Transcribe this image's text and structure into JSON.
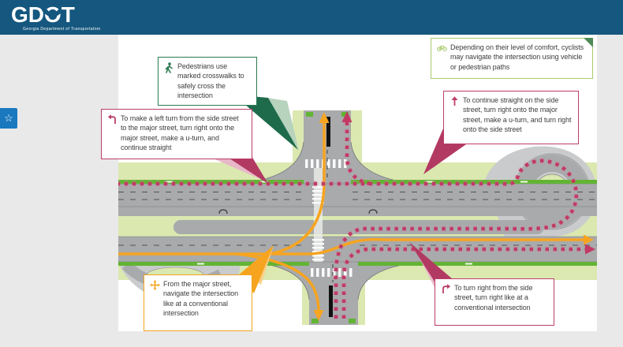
{
  "header": {
    "logo_text": "GDOT",
    "logo_tagline": "Georgia Department of Transportation"
  },
  "sidebar": {
    "favorite_button_glyph": "☆"
  },
  "colors": {
    "header_blue": "#15577E",
    "star_button_blue": "#1A78BF",
    "page_gray": "#E9E9E9",
    "pedestrian_green": "#2A7A52",
    "cyclist_green": "#A9C96B",
    "route_crimson": "#BC3E67",
    "route_orange": "#F5A41F",
    "road_gray": "#A8AAAC",
    "verge_green": "#DBE8B0",
    "bike_lane_green": "#62B434"
  },
  "icons": {
    "pedestrian": "walking-person",
    "cyclist": "bicycle",
    "left_turn": "left-uturn-arrow",
    "continue_straight": "up-arrow",
    "major_street": "four-way-arrows",
    "right_turn": "right-turn-arrow",
    "favorite": "star"
  },
  "callouts": {
    "pedestrian": {
      "text": "Pedestrians use marked crosswalks to safely cross the intersection"
    },
    "cyclist": {
      "text": "Depending on their level of comfort, cyclists may navigate the intersection using vehicle or pedestrian paths"
    },
    "left_turn": {
      "text": "To make a left turn from the side street to the major street, turn right onto the major street, make a u-turn, and continue straight"
    },
    "continue_straight": {
      "text": "To continue straight on the side street, turn right onto the major street, make a u-turn, and turn right onto the side street"
    },
    "major_street": {
      "text": "From the major street, navigate the intersection like at a conventional intersection"
    },
    "right_turn": {
      "text": "To turn right from the side street, turn right like at a conventional intersection"
    }
  }
}
